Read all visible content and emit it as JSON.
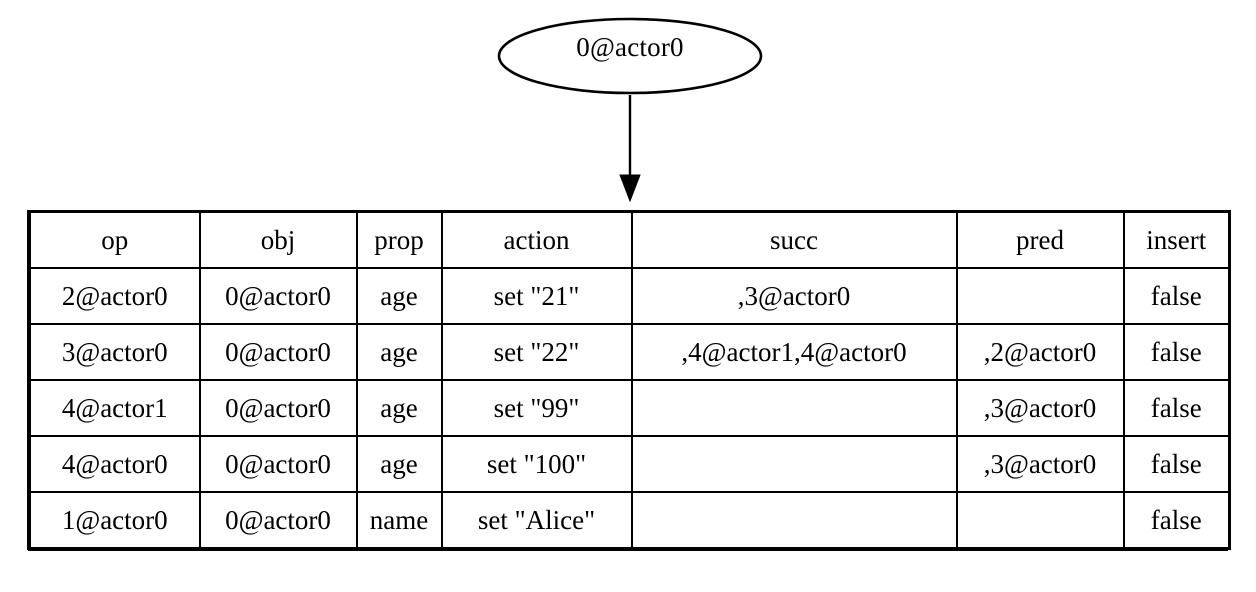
{
  "graph": {
    "node": {
      "id": "node-actor-root",
      "label": "0@actor0",
      "shape": "ellipse"
    },
    "edge": {
      "name": "edge-node-to-table",
      "arrowhead": "filled-triangle-down"
    },
    "colors": {
      "stroke": "#000000",
      "fill": "#ffffff",
      "background": "#ffffff"
    }
  },
  "table": {
    "name": "operations-table",
    "columns": [
      {
        "key": "op",
        "label": "op"
      },
      {
        "key": "obj",
        "label": "obj"
      },
      {
        "key": "prop",
        "label": "prop"
      },
      {
        "key": "action",
        "label": "action"
      },
      {
        "key": "succ",
        "label": "succ"
      },
      {
        "key": "pred",
        "label": "pred"
      },
      {
        "key": "insert",
        "label": "insert"
      }
    ],
    "rows": [
      {
        "op": "2@actor0",
        "obj": "0@actor0",
        "prop": "age",
        "action": "set \"21\"",
        "succ": ",3@actor0",
        "pred": "",
        "insert": "false"
      },
      {
        "op": "3@actor0",
        "obj": "0@actor0",
        "prop": "age",
        "action": "set \"22\"",
        "succ": ",4@actor1,4@actor0",
        "pred": ",2@actor0",
        "insert": "false"
      },
      {
        "op": "4@actor1",
        "obj": "0@actor0",
        "prop": "age",
        "action": "set \"99\"",
        "succ": "",
        "pred": ",3@actor0",
        "insert": "false"
      },
      {
        "op": "4@actor0",
        "obj": "0@actor0",
        "prop": "age",
        "action": "set \"100\"",
        "succ": "",
        "pred": ",3@actor0",
        "insert": "false"
      },
      {
        "op": "1@actor0",
        "obj": "0@actor0",
        "prop": "name",
        "action": "set \"Alice\"",
        "succ": "",
        "pred": "",
        "insert": "false"
      }
    ]
  }
}
